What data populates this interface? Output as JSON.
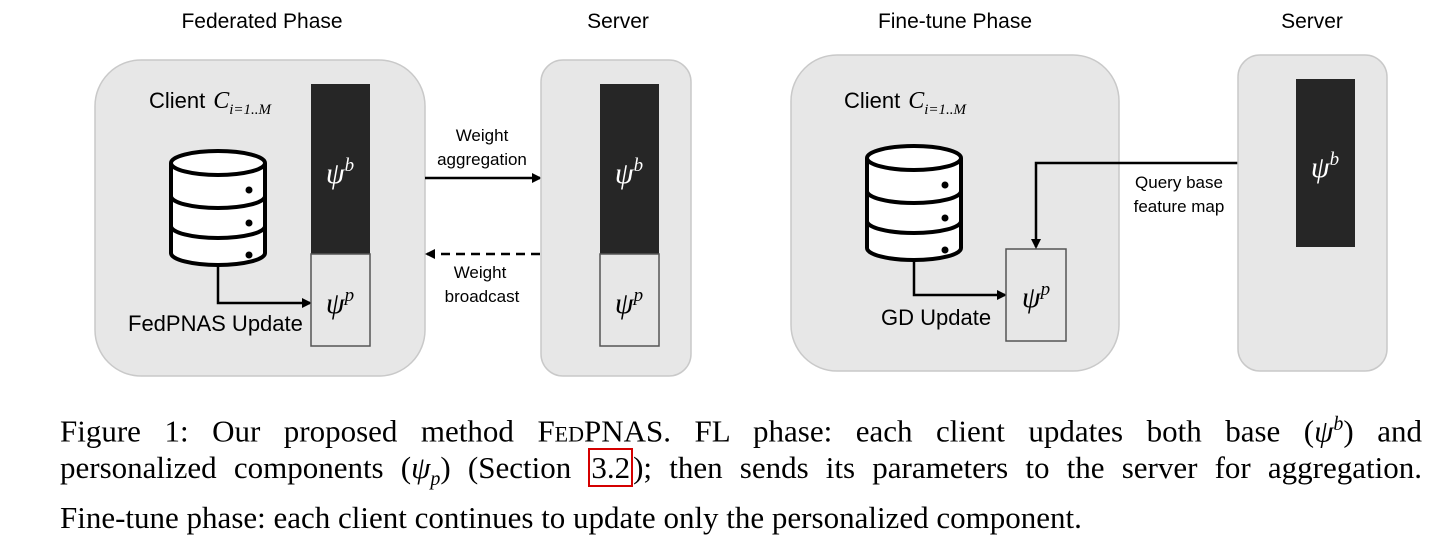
{
  "phases": {
    "federated": {
      "title": "Federated Phase",
      "server_title": "Server",
      "client_label": "Client",
      "client_sub": "i=1..M",
      "client_var": "C",
      "update_label": "FedPNAS Update",
      "base_symbol": "ψ",
      "base_sup": "b",
      "pers_symbol": "ψ",
      "pers_sup": "p",
      "arrow_top_line1": "Weight",
      "arrow_top_line2": "aggregation",
      "arrow_bottom_line1": "Weight",
      "arrow_bottom_line2": "broadcast"
    },
    "finetune": {
      "title": "Fine-tune Phase",
      "server_title": "Server",
      "client_label": "Client",
      "client_sub": "i=1..M",
      "client_var": "C",
      "update_label": "GD Update",
      "base_symbol": "ψ",
      "base_sup": "b",
      "pers_symbol": "ψ",
      "pers_sup": "p",
      "query_line1": "Query base",
      "query_line2": "feature map"
    }
  },
  "colors": {
    "panel_fill": "#e7e7e7",
    "panel_stroke": "#c9c9c9",
    "dark_block": "#262626",
    "light_block": "#e7e7e7",
    "line": "#000000"
  },
  "caption": {
    "fig_label": "Figure 1:",
    "seg1": " Our proposed method ",
    "method_name": "FedPNAS",
    "seg2": ". FL phase: each client updates both base (",
    "base_sym": "ψ",
    "base_sup": "b",
    "seg3": ") and",
    "seg4": "personalized components (",
    "pers_sym": "ψ",
    "pers_sub": "p",
    "seg5": ") (Section ",
    "ref": "3.2",
    "seg6": "); then sends its parameters to the server for aggregation.",
    "line3": "Fine-tune phase: each client continues to update only the personalized component."
  }
}
